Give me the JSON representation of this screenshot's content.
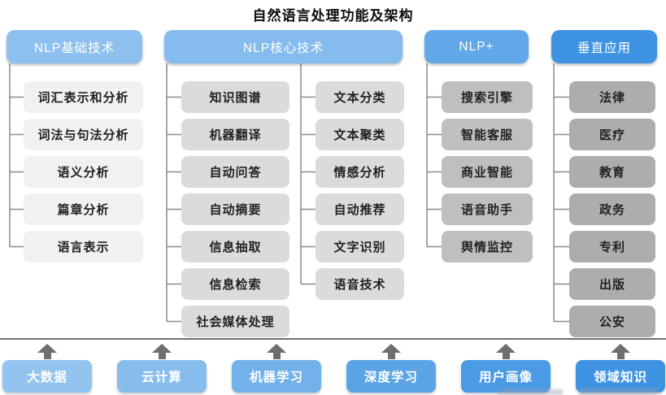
{
  "title": "自然语言处理功能及架构",
  "palette": {
    "connector_gray": "#8a8a8a",
    "divider_gray": "#6f6f6f",
    "arrow_gray": "#6e6e6e"
  },
  "columns": [
    {
      "header": "NLP基础技术",
      "header_color": "#8dc0ee",
      "item_color": "#f1f1f1",
      "items": [
        "词汇表示和分析",
        "词法与句法分析",
        "语义分析",
        "篇章分析",
        "语言表示"
      ]
    },
    {
      "header": "NLP核心技术",
      "header_color": "#85bcee",
      "item_color": "#dbdbdb",
      "items_left": [
        "知识图谱",
        "机器翻译",
        "自动问答",
        "自动摘要",
        "信息抽取",
        "信息检索",
        "社会媒体处理"
      ],
      "items_right": [
        "文本分类",
        "文本聚类",
        "情感分析",
        "自动推荐",
        "文字识别",
        "语音技术"
      ]
    },
    {
      "header": "NLP+",
      "header_color": "#62a7e8",
      "item_color": "#bfbfbf",
      "items": [
        "搜索引擎",
        "智能客服",
        "商业智能",
        "语音助手",
        "舆情监控"
      ]
    },
    {
      "header": "垂直应用",
      "header_color": "#3e93e3",
      "item_color": "#adadad",
      "items": [
        "法律",
        "医疗",
        "教育",
        "政务",
        "专利",
        "出版",
        "公安"
      ]
    }
  ],
  "foundation": {
    "items": [
      {
        "label": "大数据",
        "color": "#92c4ef"
      },
      {
        "label": "云计算",
        "color": "#87bded"
      },
      {
        "label": "机器学习",
        "color": "#73b1ea"
      },
      {
        "label": "深度学习",
        "color": "#5aa4e6"
      },
      {
        "label": "用户画像",
        "color": "#4a9ae4"
      },
      {
        "label": "领域知识",
        "color": "#3e93e2"
      }
    ]
  }
}
